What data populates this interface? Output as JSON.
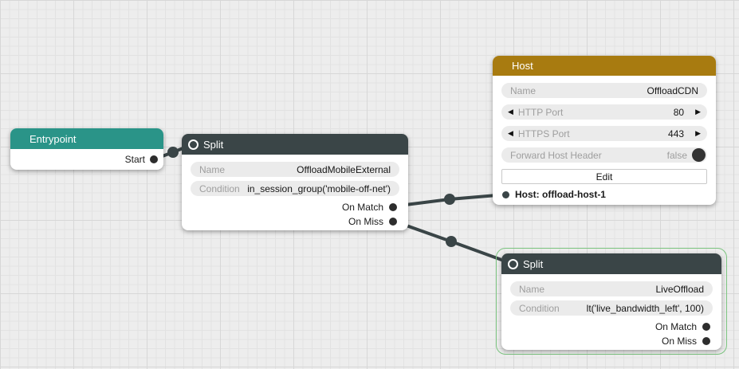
{
  "colors": {
    "entrypoint_header": "#2a9488",
    "split_header": "#3a4547",
    "host_header": "#a87b10",
    "edge": "#3a4547",
    "selection_outline": "#7cc480",
    "canvas_background": "#ededed",
    "field_background": "#ebebeb"
  },
  "nodes": {
    "entrypoint": {
      "title": "Entrypoint",
      "ports_out": [
        {
          "label": "Start"
        }
      ]
    },
    "split_offload_mobile": {
      "title": "Split",
      "fields": [
        {
          "label": "Name",
          "value": "OffloadMobileExternal"
        },
        {
          "label": "Condition",
          "value": "in_session_group('mobile-off-net')"
        }
      ],
      "ports_out": [
        {
          "label": "On Match"
        },
        {
          "label": "On Miss"
        }
      ]
    },
    "host": {
      "title": "Host",
      "fields": [
        {
          "label": "Name",
          "value": "OffloadCDN",
          "type": "text"
        },
        {
          "label": "HTTP Port",
          "value": "80",
          "type": "stepper"
        },
        {
          "label": "HTTPS Port",
          "value": "443",
          "type": "stepper"
        },
        {
          "label": "Forward Host Header",
          "value": "false",
          "type": "toggle"
        }
      ],
      "edit_button_label": "Edit",
      "ports_in": [
        {
          "label": "Host: offload-host-1"
        }
      ]
    },
    "split_live_offload": {
      "title": "Split",
      "selected": true,
      "fields": [
        {
          "label": "Name",
          "value": "LiveOffload"
        },
        {
          "label": "Condition",
          "value": "lt('live_bandwidth_left', 100)"
        }
      ],
      "ports_out": [
        {
          "label": "On Match"
        },
        {
          "label": "On Miss"
        }
      ]
    }
  },
  "edges": [
    {
      "from": "Entrypoint / Start",
      "to": "Split OffloadMobileExternal"
    },
    {
      "from": "Split OffloadMobileExternal / On Match",
      "to": "Host OffloadCDN / Host: offload-host-1"
    },
    {
      "from": "Split OffloadMobileExternal / On Miss",
      "to": "Split LiveOffload"
    }
  ],
  "stepper": {
    "decrement_icon": "◀",
    "increment_icon": "▶"
  }
}
